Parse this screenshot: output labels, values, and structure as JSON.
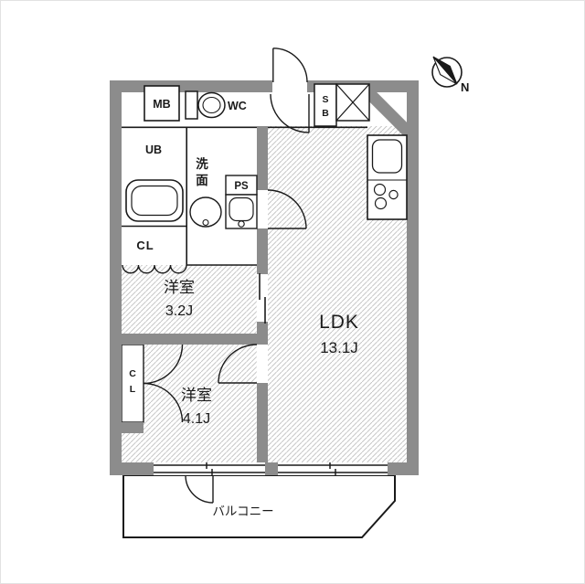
{
  "floorplan": {
    "compass": {
      "label": "N"
    },
    "rooms": {
      "ldk": {
        "label": "LDK",
        "area": "13.1J"
      },
      "bedroom_a": {
        "label": "洋室",
        "area": "3.2J"
      },
      "bedroom_b": {
        "label": "洋室",
        "area": "4.1J"
      },
      "balcony": {
        "label": "バルコニー"
      }
    },
    "fixtures": {
      "meter_box": "MB",
      "toilet": "WC",
      "unit_bath": "UB",
      "washroom": {
        "char1": "洗",
        "char2": "面"
      },
      "pipe_space": "PS",
      "shoe_box": {
        "char1": "S",
        "char2": "B"
      },
      "closet_a": "CL",
      "closet_b": {
        "char1": "C",
        "char2": "L"
      }
    },
    "colors": {
      "wall": "#8c8c8c",
      "line": "#1a1a1a",
      "hatch": "#bfbfbf",
      "background": "#ffffff"
    }
  }
}
